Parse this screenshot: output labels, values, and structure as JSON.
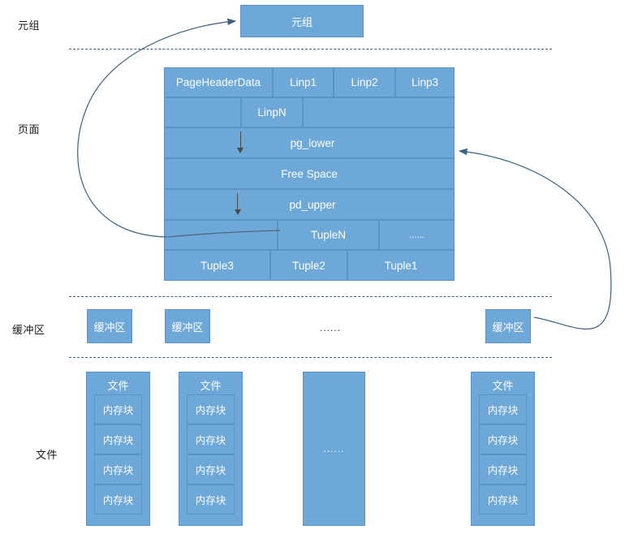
{
  "layers": {
    "tuple_label": "元组",
    "page_label": "页面",
    "buffer_label": "缓冲区",
    "file_label": "文件"
  },
  "tuple_box": {
    "label": "元组"
  },
  "page": {
    "row1": [
      {
        "label": "PageHeaderData"
      },
      {
        "label": "Linp1"
      },
      {
        "label": "Linp2"
      },
      {
        "label": "Linp3"
      }
    ],
    "row2": [
      {
        "label": ""
      },
      {
        "label": "LinpN"
      },
      {
        "label": ""
      }
    ],
    "pg_lower": "pg_lower",
    "free_space": "Free Space",
    "pd_upper": "pd_upper",
    "row_tuplen": [
      {
        "label": ""
      },
      {
        "label": "TupleN"
      },
      {
        "label": "......"
      }
    ],
    "row_tuples": [
      {
        "label": "Tuple3"
      },
      {
        "label": "Tuple2"
      },
      {
        "label": "Tuple1"
      }
    ]
  },
  "buffers": {
    "items": [
      {
        "label": "缓冲区"
      },
      {
        "label": "缓冲区"
      },
      {
        "label": "缓冲区"
      }
    ],
    "ellipsis": "......"
  },
  "files": {
    "items": [
      {
        "title": "文件",
        "blocks": [
          "内存块",
          "内存块",
          "内存块",
          "内存块"
        ]
      },
      {
        "title": "文件",
        "blocks": [
          "内存块",
          "内存块",
          "内存块",
          "内存块"
        ]
      },
      {
        "title": "",
        "ellipsis": "......",
        "blocks": []
      },
      {
        "title": "文件",
        "blocks": [
          "内存块",
          "内存块",
          "内存块",
          "内存块"
        ]
      }
    ]
  },
  "colors": {
    "box_fill": "#6ea8d8",
    "box_border": "#5b93c4",
    "divider": "#3d6280",
    "connector": "#3d6280",
    "text_on_box": "#ffffff",
    "label_text": "#1a1a1a"
  }
}
